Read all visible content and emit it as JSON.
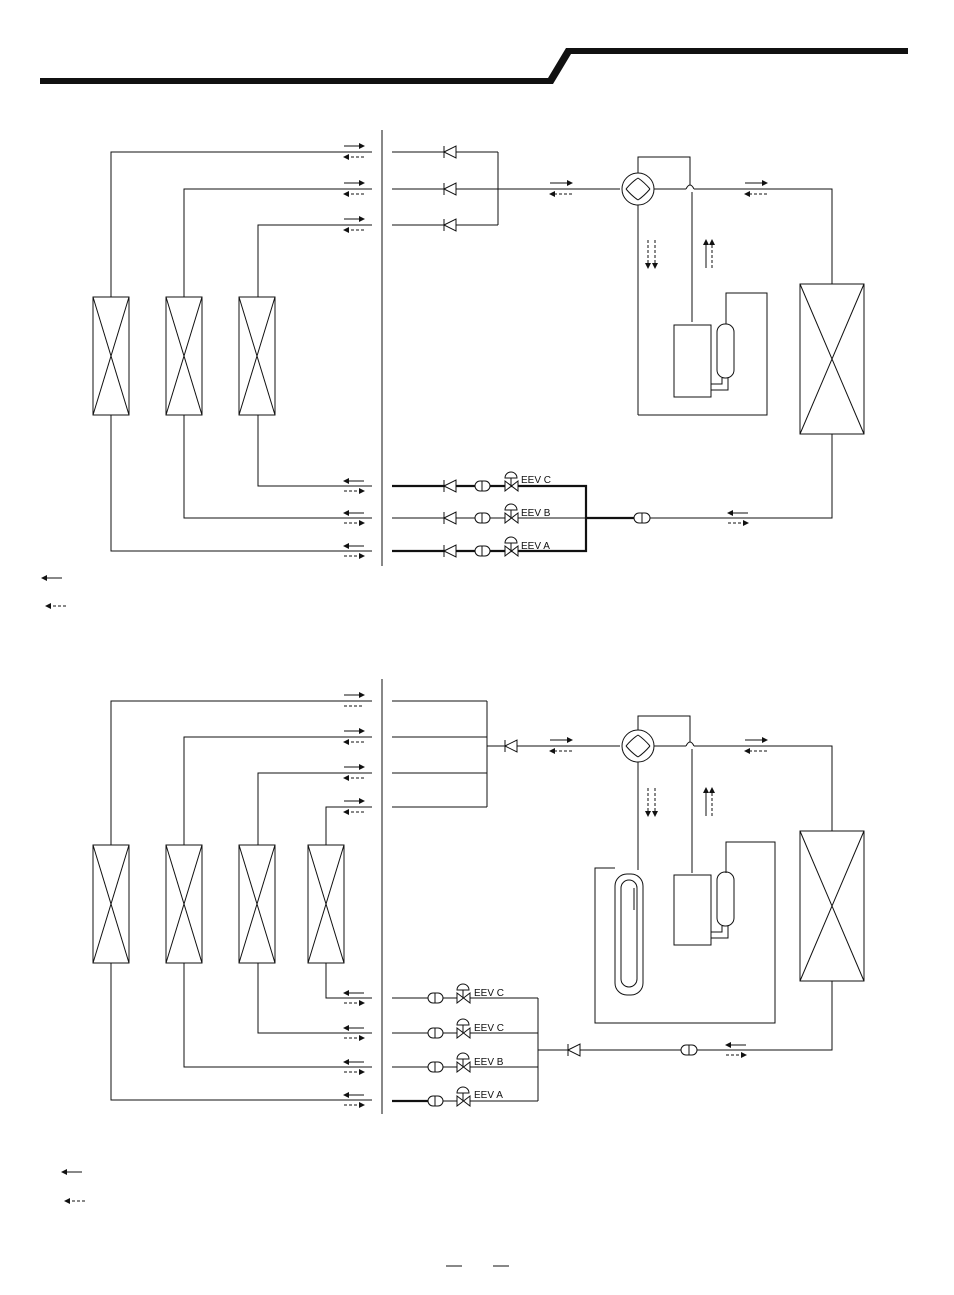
{
  "diagram_top": {
    "eev_labels": [
      "EEV C",
      "EEV B",
      "EEV A"
    ]
  },
  "diagram_bottom": {
    "eev_labels": [
      "EEV C",
      "EEV C",
      "EEV B",
      "EEV A"
    ]
  },
  "colors": {
    "line": "#111111",
    "background": "#ffffff"
  }
}
